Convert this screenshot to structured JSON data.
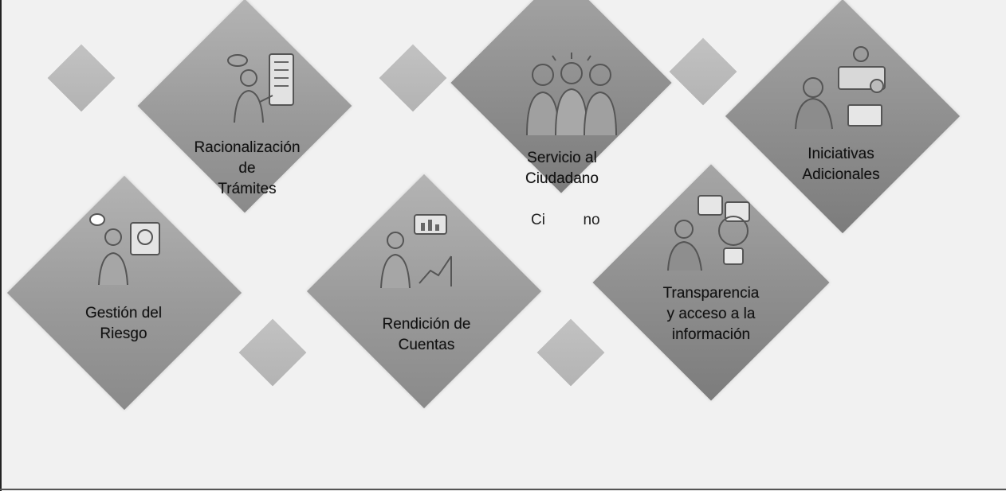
{
  "items": [
    {
      "lines": [
        "Racionalización",
        "de",
        "Trámites"
      ]
    },
    {
      "lines": [
        "Servicio al",
        "Ciudadano"
      ]
    },
    {
      "lines": [
        "Iniciativas",
        "Adicionales"
      ]
    },
    {
      "lines": [
        "Gestión del",
        "Riesgo"
      ]
    },
    {
      "lines": [
        "Rendición de",
        "Cuentas"
      ]
    },
    {
      "lines": [
        "Transparencia",
        "y acceso a la",
        "información"
      ]
    }
  ],
  "overlap_text": "Ci         no",
  "colors": {
    "background": "#f1f1f1",
    "tile": "#9a9a9a",
    "small_tile": "#b8b8b8",
    "text": "#111111"
  },
  "icons": [
    "person-document-icon",
    "group-of-people-icon",
    "person-laptop-idea-icon",
    "person-presentation-icon",
    "person-growth-chart-icon",
    "person-profiles-icon"
  ]
}
